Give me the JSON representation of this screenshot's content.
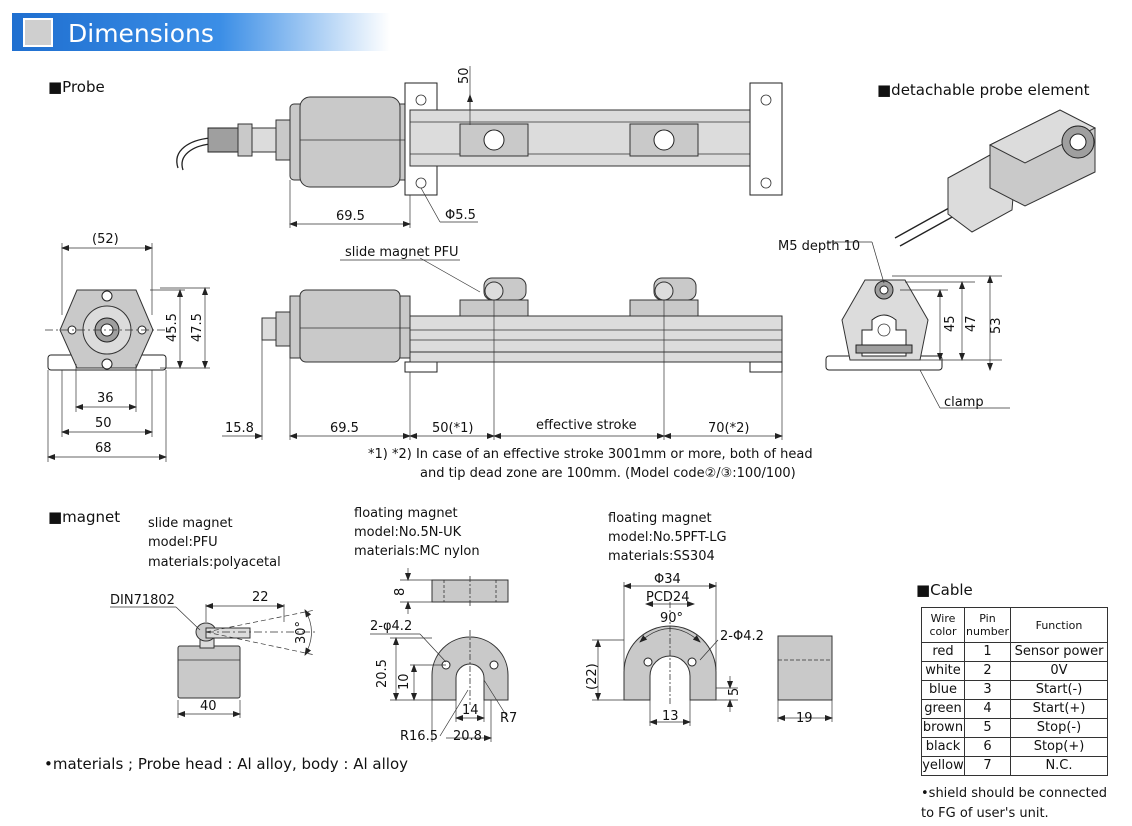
{
  "header": {
    "title": "Dimensions",
    "color": "#2b7fd8"
  },
  "probe": {
    "label": "■Probe",
    "dims": {
      "d50": "50",
      "d69_5_top": "69.5",
      "phi5_5": "Φ5.5",
      "d52": "(52)",
      "d45_5": "45.5",
      "d47_5": "47.5",
      "d36": "36",
      "d50_base": "50",
      "d68": "68",
      "d15_8": "15.8",
      "d69_5": "69.5",
      "d50_star1": "50(*1)",
      "effective_stroke": "effective stroke",
      "d70_star2": "70(*2)",
      "d45": "45",
      "d47": "47",
      "d53": "53"
    },
    "slide_magnet_label": "slide magnet PFU",
    "m5_label": "M5 depth 10",
    "clamp_label": "clamp",
    "note_line1": "*1) *2) In case of an effective stroke 3001mm or more, both of head",
    "note_line2": "and tip dead zone are 100mm. (Model code②/③:100/100)"
  },
  "detachable": {
    "label": "■detachable probe element"
  },
  "magnet": {
    "label": "■magnet",
    "slide": {
      "title": "slide magnet",
      "model": "model:PFU",
      "materials": "materials:polyacetal",
      "din": "DIN71802",
      "d22": "22",
      "d30": "30°",
      "d40": "40"
    },
    "floating1": {
      "title": "floating magnet",
      "model": "model:No.5N-UK",
      "materials": "materials:MC nylon",
      "d8": "8",
      "hole": "2-φ4.2",
      "d20_5": "20.5",
      "d10": "10",
      "d14": "14",
      "r7": "R7",
      "r16_5": "R16.5",
      "d20_8": "20.8"
    },
    "floating2": {
      "title": "floating magnet",
      "model": "model:No.5PFT-LG",
      "materials": "materials:SS304",
      "phi34": "Φ34",
      "pcd24": "PCD24",
      "deg90": "90°",
      "hole": "2-Φ4.2",
      "d22": "(22)",
      "d5": "5",
      "d13": "13",
      "d19": "19"
    }
  },
  "materials_note": "•materials ; Probe head : Al alloy, body : Al alloy",
  "cable": {
    "label": "■Cable",
    "headers": [
      "Wire color",
      "Pin number",
      "Function"
    ],
    "rows": [
      [
        "red",
        "1",
        "Sensor power"
      ],
      [
        "white",
        "2",
        "0V"
      ],
      [
        "blue",
        "3",
        "Start(-)"
      ],
      [
        "green",
        "4",
        "Start(+)"
      ],
      [
        "brown",
        "5",
        "Stop(-)"
      ],
      [
        "black",
        "6",
        "Stop(+)"
      ],
      [
        "yellow",
        "7",
        "N.C."
      ]
    ],
    "note": "•shield should be connected to FG of user's unit."
  }
}
